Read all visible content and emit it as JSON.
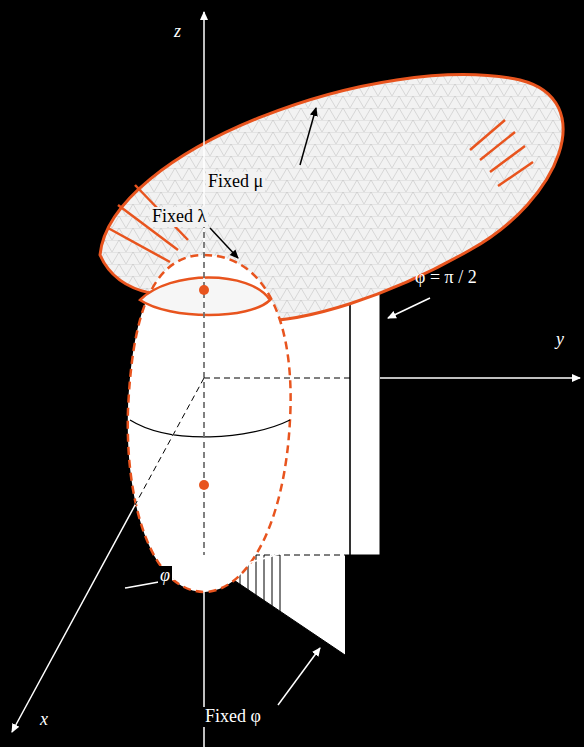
{
  "diagram": {
    "labels": [
      "z",
      "Fixed μ",
      "Fixed λ",
      "φ = π / 2",
      "y",
      "φ",
      "x",
      "Fixed φ"
    ]
  }
}
